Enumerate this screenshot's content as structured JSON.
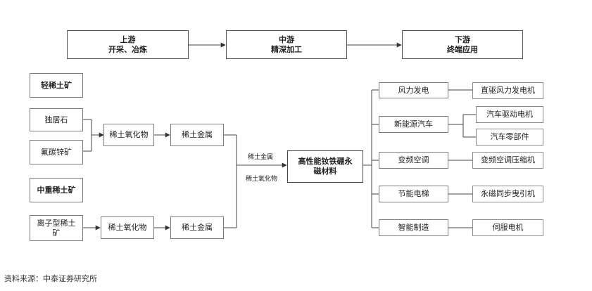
{
  "stages": {
    "upstream": {
      "title": "上游",
      "sub": "开采、冶炼"
    },
    "midstream": {
      "title": "中游",
      "sub": "精深加工"
    },
    "downstream": {
      "title": "下游",
      "sub": "终端应用"
    }
  },
  "light_group": {
    "header": "轻稀土矿",
    "ores": [
      "独居石",
      "氟碳锌矿"
    ],
    "oxide": "稀土氧化物",
    "metal": "稀土金属"
  },
  "heavy_group": {
    "header": "中重稀土矿",
    "ore": "离子型稀土矿",
    "oxide": "稀土氧化物",
    "metal": "稀土金属"
  },
  "inputs": {
    "metal": "稀土金属",
    "oxide": "稀土氧化物"
  },
  "core": "高性能钕铁硼永磁材料",
  "applications": [
    {
      "name": "风力发电",
      "outputs": [
        "直驱风力发电机"
      ]
    },
    {
      "name": "新能源汽车",
      "outputs": [
        "汽车驱动电机",
        "汽车零部件"
      ]
    },
    {
      "name": "变频空调",
      "outputs": [
        "变频空调压缩机"
      ]
    },
    {
      "name": "节能电梯",
      "outputs": [
        "永磁同步曳引机"
      ]
    },
    {
      "name": "智能制造",
      "outputs": [
        "伺服电机"
      ]
    }
  ],
  "source": "资料来源：中泰证券研究所"
}
